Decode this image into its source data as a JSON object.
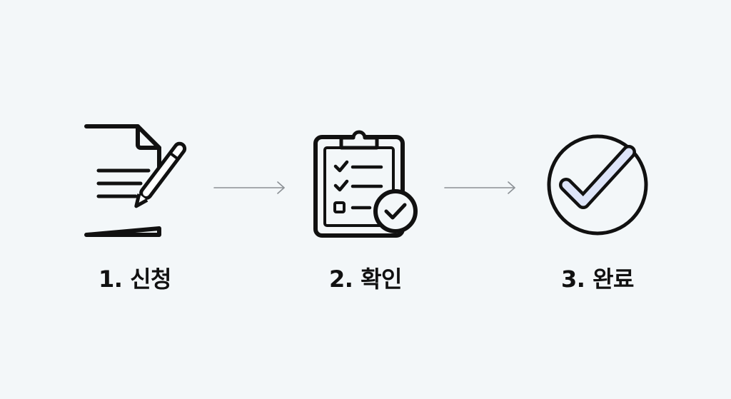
{
  "colors": {
    "background": "#f3f7f9",
    "stroke": "#111111",
    "arrow": "#8c9196",
    "accent_fill": "#dde4f8"
  },
  "steps": [
    {
      "label": "1. 신청",
      "icon": "document-pen-icon"
    },
    {
      "label": "2. 확인",
      "icon": "clipboard-check-icon"
    },
    {
      "label": "3. 완료",
      "icon": "circle-check-icon"
    }
  ]
}
